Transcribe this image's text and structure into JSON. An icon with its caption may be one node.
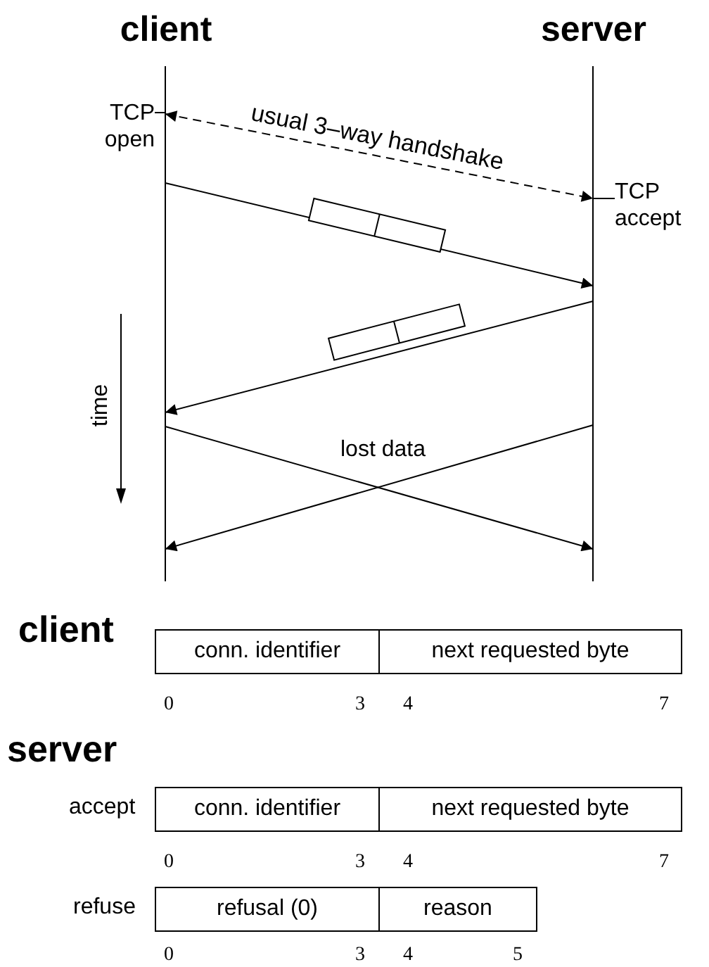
{
  "diagram": {
    "nodes": [
      {
        "text": [
          "client"
        ]
      },
      {
        "text": [
          "server"
        ]
      },
      {
        "text": [
          "TCP open"
        ]
      },
      {
        "text": [
          "TCP accept"
        ]
      },
      {
        "text": [
          "conn. identifier"
        ]
      },
      {
        "text": [
          "next requested byte"
        ]
      },
      {
        "text": [
          "conn. identifier"
        ]
      },
      {
        "text": [
          "next requested byte"
        ]
      },
      {
        "text": [
          "refusal (0)"
        ]
      },
      {
        "text": [
          "reason"
        ]
      }
    ],
    "edges": [
      {
        "from": 2,
        "to": 0,
        "arrow": "none"
      },
      {
        "from": 0,
        "to": 1,
        "arrow": "both",
        "style": "dashed",
        "label": "usual 3–way handshake"
      },
      {
        "from": 3,
        "to": 1,
        "arrow": "none"
      },
      {
        "from": 0,
        "to": 1,
        "arrow": "to"
      },
      {
        "from": 1,
        "to": 0,
        "arrow": "to"
      },
      {
        "from": 0,
        "to": 1,
        "arrow": "to"
      },
      {
        "from": 1,
        "to": 0,
        "arrow": "to"
      }
    ],
    "labels": [
      "time",
      "lost data",
      "client",
      "0",
      "3",
      "4",
      "7",
      "server",
      "accept",
      "0",
      "3",
      "4",
      "7",
      "refuse",
      "0",
      "3",
      "4",
      "5"
    ]
  }
}
